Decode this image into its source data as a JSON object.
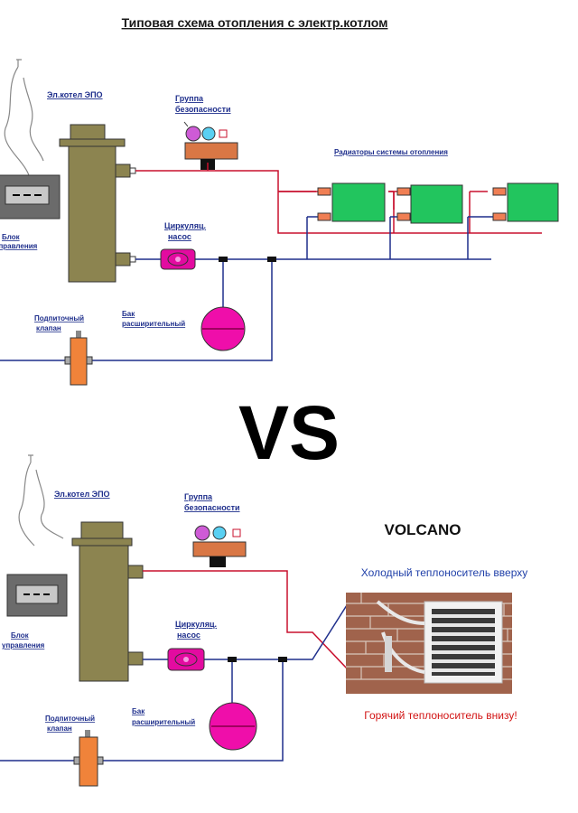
{
  "title": "Типовая схема отопления с электр.котлом",
  "vs": "VS",
  "top": {
    "boiler_label": "Эл.котел ЭПО",
    "safety_group": [
      "Группа",
      "безопасности"
    ],
    "radiators_label": "Радиаторы системы отопления",
    "control_unit": [
      "Блок",
      "управления"
    ],
    "pump": [
      "Циркуляц.",
      "насос"
    ],
    "tank": [
      "Бак",
      "расширительный"
    ],
    "valve": [
      "Подпиточный",
      "клапан"
    ]
  },
  "bottom": {
    "boiler_label": "Эл.котел ЭПО",
    "safety_group": [
      "Группа",
      "безопасности"
    ],
    "control_unit": [
      "Блок",
      "управления"
    ],
    "pump": [
      "Циркуляц.",
      "насос"
    ],
    "tank": [
      "Бак",
      "расширительный"
    ],
    "valve": [
      "Подпиточный",
      "клапан"
    ],
    "brand": "VOLCANO",
    "cold_note": "Холодный теплоноситель вверху",
    "hot_note": "Горячий теплоноситель внизу!"
  },
  "colors": {
    "hot_pipe": "#c8102e",
    "cold_pipe": "#1f2f8c",
    "boiler": "#8c8450",
    "radiator": "#22c55e",
    "pump": "#e30ba0",
    "tank": "#ef0eaa",
    "valve": "#f0833a",
    "label_blue": "#1f2f8c",
    "cold_note": "#1f3fa8",
    "hot_note": "#d21414"
  },
  "icons": [
    "smoke-icon",
    "control-unit-icon",
    "boiler-icon",
    "safety-group-icon",
    "radiator-icon",
    "pump-icon",
    "expansion-tank-icon",
    "valve-icon",
    "air-heater-icon"
  ]
}
